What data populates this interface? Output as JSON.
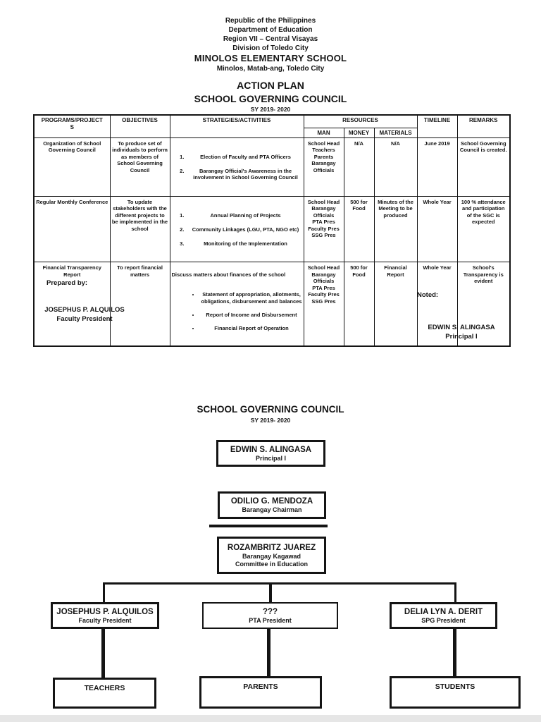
{
  "header": {
    "lines": [
      "Republic of the Philippines",
      "Department of Education",
      "Region VII – Central Visayas",
      "Division of Toledo City"
    ],
    "school_name": "MINOLOS ELEMENTARY SCHOOL",
    "school_address": "Minolos, Matab-ang, Toledo City"
  },
  "title": {
    "main": "ACTION PLAN",
    "sub": "SCHOOL GOVERNING COUNCIL",
    "school_year": "SY 2019- 2020"
  },
  "table": {
    "headers": {
      "programs": [
        "PROGRAMS/PROJECT",
        "S"
      ],
      "objectives": "OBJECTIVES",
      "strategies": "STRATEGIES/ACTIVITIES",
      "resources": "RESOURCES",
      "man": "MAN",
      "money": "MONEY",
      "materials": "MATERIALS",
      "timeline": "TIMELINE",
      "remarks": "REMARKS"
    },
    "rows": [
      {
        "program": "Organization of School Governing Council",
        "objective": "To produce set of individuals to perform as members of School Governing Council",
        "strategy_items": [
          "Election of Faculty and PTA Officers",
          "Barangay Official's Awareness in the involvement in School Governing Council"
        ],
        "man": [
          "School Head",
          "Teachers",
          "Parents",
          "Barangay Officials"
        ],
        "money": "N/A",
        "materials": "N/A",
        "timeline": "June 2019",
        "remarks": "School Governing Council is created."
      },
      {
        "program": "Regular Monthly Conference",
        "objective": "To update stakeholders with the different projects to be implemented in the school",
        "strategy_items": [
          "Annual Planning of Projects",
          "Community Linkages (LGU, PTA, NGO etc)",
          "Monitoring of the Implementation"
        ],
        "man": [
          "School Head",
          "Barangay Officials",
          "PTA Pres",
          "Faculty Pres",
          "SSG Pres"
        ],
        "money": [
          "500 for",
          "Food"
        ],
        "materials": "Minutes of the Meeting to be produced",
        "timeline": "Whole Year",
        "remarks": "100 % attendance and participation of the SGC is expected"
      },
      {
        "program": "Financial Transparency Report",
        "objective": "To report financial matters",
        "strategy_lead": "Discuss matters about finances of the school",
        "strategy_bullets": [
          "Statement of appropriation, allotments, obligations, disbursement and balances",
          "Report of Income and Disbursement",
          "Financial Report of Operation"
        ],
        "man": [
          "School Head",
          "Barangay Officials",
          "PTA Pres",
          "Faculty Pres",
          "SSG Pres"
        ],
        "money": [
          "500 for",
          "Food"
        ],
        "materials": "Financial Report",
        "timeline": "Whole Year",
        "remarks": "School's Transparency is evident"
      }
    ]
  },
  "signatures": {
    "prepared_label": "Prepared by:",
    "prepared_name": "JOSEPHUS P. ALQUILOS",
    "prepared_title": "Faculty President",
    "noted_label": "Noted:",
    "noted_name": "EDWIN S. ALINGASA",
    "noted_title": "Principal I"
  },
  "org_chart": {
    "title": "SCHOOL GOVERNING COUNCIL",
    "school_year": "SY 2019- 2020",
    "principal": {
      "name": "EDWIN S. ALINGASA",
      "title": "Principal I"
    },
    "barangay_chairman": {
      "name": "ODILIO G. MENDOZA",
      "title": "Barangay Chairman"
    },
    "barangay_kagawad": {
      "name": "ROZAMBRITZ JUAREZ",
      "title": "Barangay Kagawad",
      "subtitle": "Committee in Education"
    },
    "faculty_president": {
      "name": "JOSEPHUS P. ALQUILOS",
      "title": "Faculty President"
    },
    "pta_president": {
      "name": "???",
      "title": "PTA President"
    },
    "spg_president": {
      "name": "DELIA LYN A. DERIT",
      "title": "SPG President"
    },
    "groups": {
      "teachers": "TEACHERS",
      "parents": "PARENTS",
      "students": "STUDENTS"
    }
  }
}
